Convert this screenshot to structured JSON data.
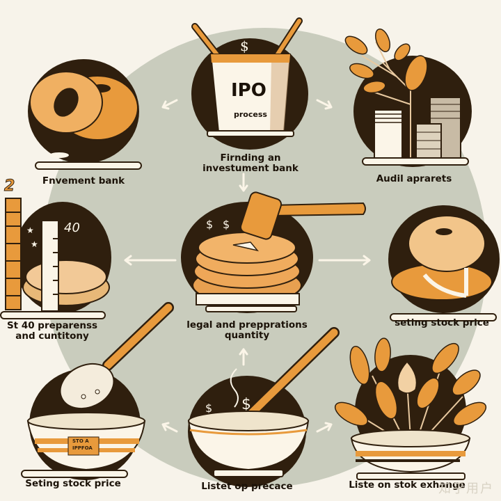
{
  "diagram": {
    "title": "IPO process",
    "center_cup": {
      "title": "IPO",
      "subtitle": "process",
      "symbol": "$"
    },
    "nodes": [
      {
        "id": "top",
        "label_line1": "Firnding an",
        "label_line2": "investument bank",
        "icon": "cup-with-sticks-icon"
      },
      {
        "id": "top-left",
        "label_line1": "Fnvement bank",
        "label_line2": "",
        "icon": "bagels-icon"
      },
      {
        "id": "top-right",
        "label_line1": "Audil aprarets",
        "label_line2": "",
        "icon": "plant-and-coins-icon"
      },
      {
        "id": "mid-left",
        "label_line1": "St 40 preparenss",
        "label_line2": "and cuntitony",
        "icon": "ruler-bagel-icon",
        "number": "40",
        "corner_number": "2"
      },
      {
        "id": "center",
        "label_line1": "legal and prepprations",
        "label_line2": "quantity",
        "icon": "gavel-pancakes-icon"
      },
      {
        "id": "mid-right",
        "label_line1": "seting stock price",
        "label_line2": "",
        "icon": "bagel-arrow-icon"
      },
      {
        "id": "bottom-left",
        "label_line1": "Seting stock price",
        "label_line2": "",
        "icon": "spoon-bowl-icon",
        "bowl_tag": [
          "STO A",
          "IPPFOA"
        ]
      },
      {
        "id": "bottom-center",
        "label_line1": "Listet op precace",
        "label_line2": "",
        "icon": "mixing-bowl-icon"
      },
      {
        "id": "bottom-right",
        "label_line1": "Liste on stok exhange",
        "label_line2": "",
        "icon": "leaf-bowl-icon"
      }
    ],
    "arrows": [
      {
        "from": "top",
        "to": "top-left",
        "direction": "down-left"
      },
      {
        "from": "top",
        "to": "top-right",
        "direction": "down-right"
      },
      {
        "from": "top",
        "to": "center",
        "direction": "down"
      },
      {
        "from": "center",
        "to": "mid-left",
        "direction": "left"
      },
      {
        "from": "center",
        "to": "mid-right",
        "direction": "right"
      },
      {
        "from": "bottom-center",
        "to": "center",
        "direction": "up"
      },
      {
        "from": "bottom-center",
        "to": "bottom-left",
        "direction": "up-left"
      },
      {
        "from": "bottom-center",
        "to": "bottom-right",
        "direction": "up-right"
      }
    ],
    "colors": {
      "dark": "#2f1f0e",
      "orange": "#e89a3c",
      "cream": "#fbf5e8",
      "sage": "#c9ccbd",
      "paper": "#f7f3ea"
    },
    "watermark": "知乎用户"
  }
}
